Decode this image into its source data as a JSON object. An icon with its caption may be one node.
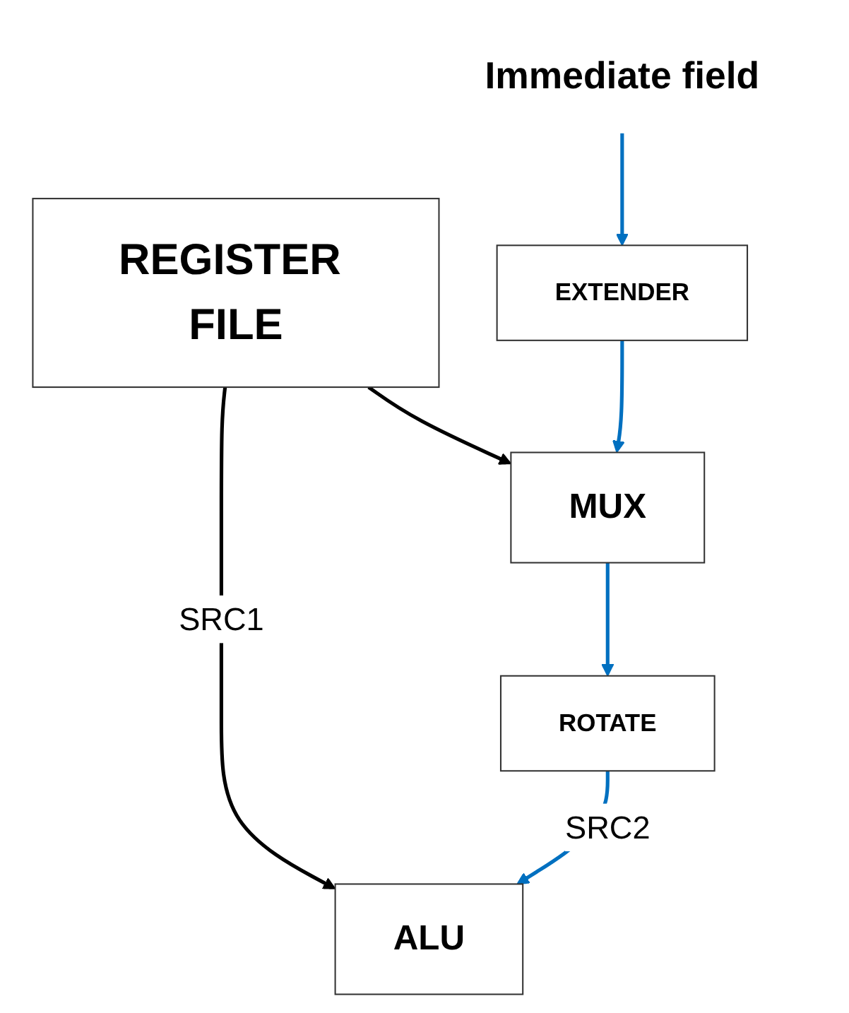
{
  "diagram": {
    "nodes": [
      {
        "text": [
          "REGISTER FILE"
        ]
      },
      {
        "text": [
          "Immediate field"
        ]
      },
      {
        "text": [
          "EXTENDER"
        ]
      },
      {
        "text": [
          "MUX"
        ]
      },
      {
        "text": [
          "ROTATE"
        ]
      },
      {
        "text": [
          "ALU"
        ]
      }
    ],
    "edges": [
      {
        "from": 0,
        "to": 5,
        "arrow": "to",
        "label": "SRC1",
        "color": "#000000"
      },
      {
        "from": 0,
        "to": 3,
        "arrow": "to",
        "color": "#000000"
      },
      {
        "from": 1,
        "to": 2,
        "arrow": "to"
      },
      {
        "from": 2,
        "to": 3,
        "arrow": "to"
      },
      {
        "from": 3,
        "to": 4,
        "arrow": "to"
      },
      {
        "from": 4,
        "to": 5,
        "arrow": "to",
        "label": "SRC2"
      }
    ]
  }
}
